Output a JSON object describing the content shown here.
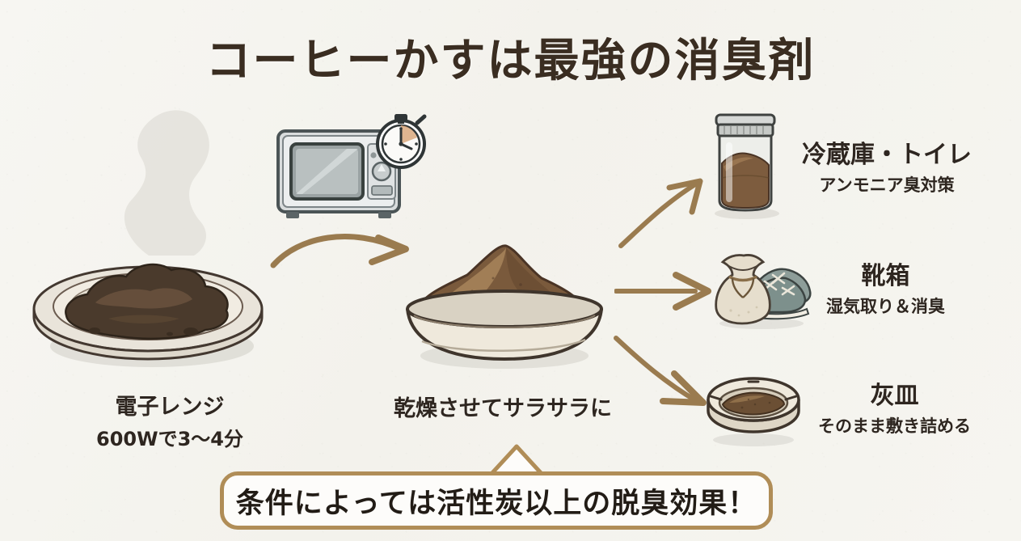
{
  "page": {
    "title": "コーヒーかすは最強の消臭剤",
    "background_color": "#f5f4ef",
    "title_color": "#3a2d21"
  },
  "flow": {
    "step_microwave": {
      "icon": "microwave-icon",
      "timer_icon": "stopwatch-icon"
    },
    "step_plate": {
      "icon": "plate-wet-grounds-icon",
      "steam_icon": "steam-icon",
      "caption_main": "電子レンジ",
      "caption_sub": "600Wで3〜4分"
    },
    "step_bowl": {
      "icon": "bowl-dry-grounds-icon",
      "caption": "乾燥させてサラサラに"
    },
    "arrows": {
      "curve_to_bowl": "curved-arrow-icon",
      "branch_up": "arrow-up-right-icon",
      "branch_mid": "arrow-right-icon",
      "branch_down": "arrow-down-right-icon",
      "color": "#9a7b4f"
    }
  },
  "uses": [
    {
      "icon": "jar-icon",
      "title": "冷蔵庫・トイレ",
      "subtitle": "アンモニア臭対策"
    },
    {
      "icon": "sachet-shoes-icon",
      "title": "靴箱",
      "subtitle": "湿気取り＆消臭"
    },
    {
      "icon": "ashtray-icon",
      "title": "灰皿",
      "subtitle": "そのまま敷き詰める"
    }
  ],
  "banner": {
    "text": "条件によっては活性炭以上の脱臭効果！",
    "border_color": "#b08d57",
    "background_color": "#fdfcfa",
    "text_color": "#221c16"
  }
}
